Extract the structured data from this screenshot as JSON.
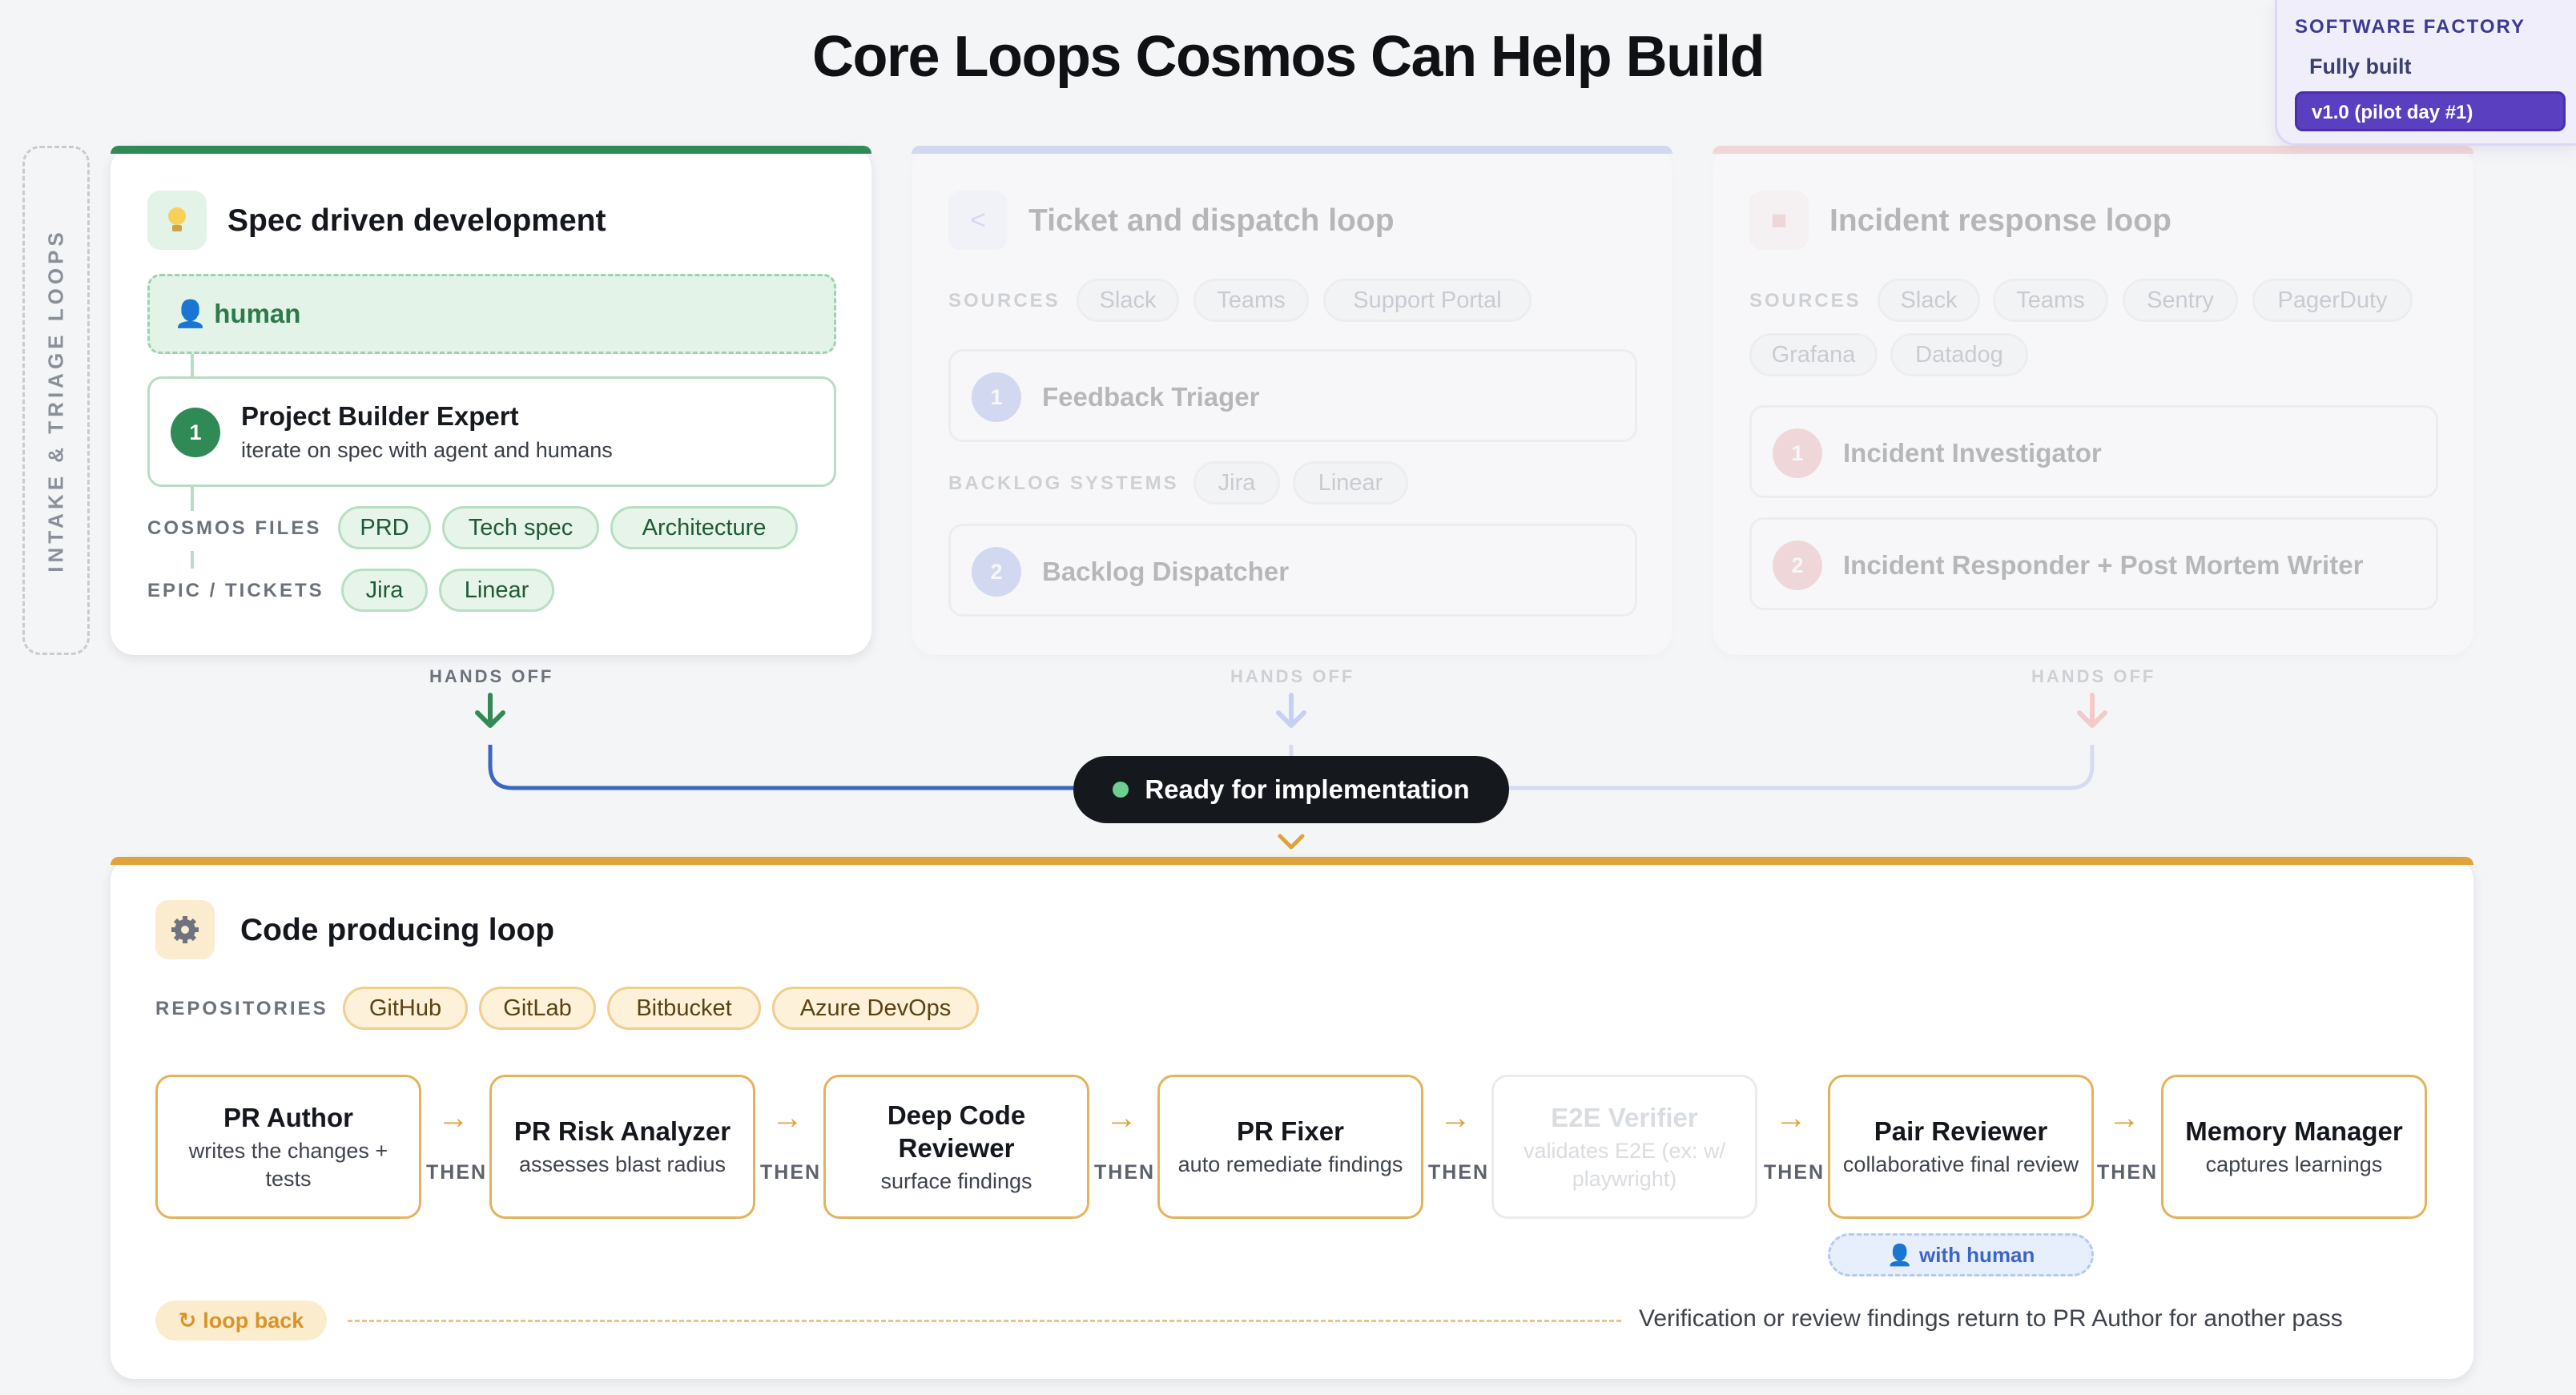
{
  "page": {
    "title": "Core Loops Cosmos Can Help Build"
  },
  "factory": {
    "title": "SOFTWARE FACTORY",
    "status": "Fully built",
    "version": "v1.0 (pilot day #1)"
  },
  "side_label": "INTAKE & TRIAGE LOOPS",
  "spec": {
    "title": "Spec driven development",
    "human": "human",
    "step": {
      "num": "1",
      "title": "Project Builder Expert",
      "sub": "iterate on spec with agent and humans"
    },
    "files_label": "COSMOS FILES",
    "files": [
      "PRD",
      "Tech spec",
      "Architecture"
    ],
    "tickets_label": "EPIC / TICKETS",
    "tickets": [
      "Jira",
      "Linear"
    ],
    "hands": "HANDS OFF"
  },
  "ticket": {
    "title": "Ticket and dispatch loop",
    "sources_label": "SOURCES",
    "sources": [
      "Slack",
      "Teams",
      "Support Portal"
    ],
    "step1": {
      "num": "1",
      "title": "Feedback Triager"
    },
    "backlog_label": "BACKLOG SYSTEMS",
    "backlog": [
      "Jira",
      "Linear"
    ],
    "step2": {
      "num": "2",
      "title": "Backlog Dispatcher"
    },
    "hands": "HANDS OFF"
  },
  "incident": {
    "title": "Incident response loop",
    "sources_label": "SOURCES",
    "sources": [
      "Slack",
      "Teams",
      "Sentry",
      "PagerDuty",
      "Grafana",
      "Datadog"
    ],
    "step1": {
      "num": "1",
      "title": "Incident Investigator"
    },
    "step2": {
      "num": "2",
      "title": "Incident Responder + Post Mortem Writer"
    },
    "hands": "HANDS OFF"
  },
  "ready": {
    "label": "Ready for implementation"
  },
  "code": {
    "title": "Code producing loop",
    "repos_label": "REPOSITORIES",
    "repos": [
      "GitHub",
      "GitLab",
      "Bitbucket",
      "Azure DevOps"
    ],
    "stages": [
      {
        "title": "PR Author",
        "sub": "writes the changes + tests"
      },
      {
        "title": "PR Risk Analyzer",
        "sub": "assesses blast radius"
      },
      {
        "title": "Deep Code Reviewer",
        "sub": "surface findings"
      },
      {
        "title": "PR Fixer",
        "sub": "auto remediate findings"
      },
      {
        "title": "E2E Verifier",
        "sub": "validates E2E (ex: w/ playwright)"
      },
      {
        "title": "Pair Reviewer",
        "sub": "collaborative final review"
      },
      {
        "title": "Memory Manager",
        "sub": "captures learnings"
      }
    ],
    "then": "THEN",
    "with_human": "with human",
    "loop_back": "loop back",
    "loop_note": "Verification or review findings return to PR Author for another pass"
  },
  "colors": {
    "spec": "#2f8a55",
    "ticket": "#7d8fe0",
    "incident": "#e58d8d",
    "code": "#e0a23a",
    "connector": "#3b66c4"
  }
}
